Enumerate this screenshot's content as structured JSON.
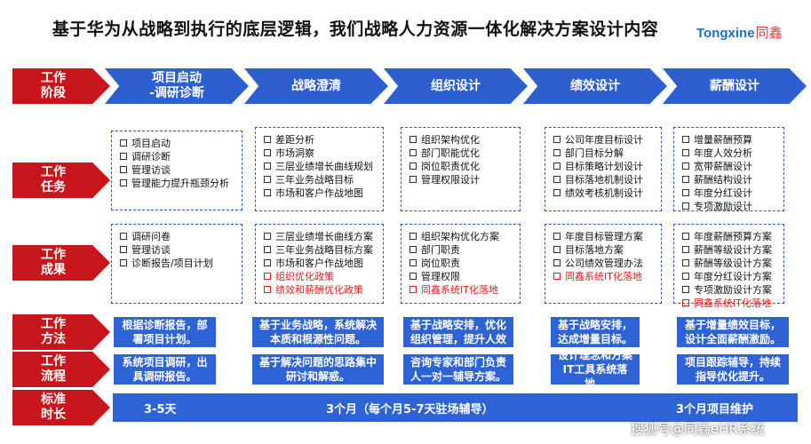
{
  "title": "基于华为从战略到执行的底层逻辑，我们战略人力资源一体化解决方案设计内容",
  "logo": {
    "text": "Tongxine",
    "cn": "同鑫"
  },
  "row_labels": [
    [
      "工作",
      "阶段"
    ],
    [
      "工作",
      "任务"
    ],
    [
      "工作",
      "成果"
    ],
    [
      "工作",
      "方法"
    ],
    [
      "工作",
      "流程"
    ],
    [
      "标准",
      "时长"
    ]
  ],
  "phases": [
    [
      "项目启动",
      "-调研诊断"
    ],
    [
      "战略澄清"
    ],
    [
      "组织设计"
    ],
    [
      "绩效设计"
    ],
    [
      "薪酬设计"
    ]
  ],
  "tasks": [
    [
      "项目启动",
      "调研诊断",
      "管理访谈",
      "管理能力提升瓶颈分析"
    ],
    [
      "差距分析",
      "市场洞察",
      "三层业绩增长曲线规划",
      "三年业务战略目标",
      "市场和客户作战地图"
    ],
    [
      "组织架构优化",
      "部门职能优化",
      "岗位职责优化",
      "管理权限设计"
    ],
    [
      "公司年度目标设计",
      "部门目标分解",
      "目标策略计划设计",
      "目标落地机制设计",
      "绩效考核机制设计"
    ],
    [
      "增量薪酬预算",
      "年度人效分析",
      "宽带薪酬设计",
      "薪酬结构设计",
      "年度分红设计",
      "专项激励设计"
    ]
  ],
  "results": [
    {
      "items": [
        "调研问卷",
        "管理访谈",
        "诊断报告/项目计划"
      ],
      "red": []
    },
    {
      "items": [
        "三层业绩增长曲线方案",
        "三年业务战略目标方案",
        "市场和客户作战地图",
        "组织优化政策",
        "绩效和薪酬优化政策"
      ],
      "red": [
        3,
        4
      ]
    },
    {
      "items": [
        "组织架构优化方案",
        "部门职责",
        "岗位职责",
        "管理权限",
        "同鑫系统IT化落地"
      ],
      "red": [
        4
      ]
    },
    {
      "items": [
        "年度目标管理方案",
        "目标落地方案",
        "公司绩效管理办法",
        "同鑫系统IT化落地"
      ],
      "red": [
        3
      ]
    },
    {
      "items": [
        "年度薪酬预算方案",
        "薪酬等级设计方案",
        "薪酬等级设计方案",
        "年度分红设计方案",
        "专项激励设计方案",
        "同鑫系统IT化落地"
      ],
      "red": [
        5
      ]
    }
  ],
  "methods": [
    "根据诊断报告，部署项目计划。",
    "基于业务战略，系统解决本质和根源性问题。",
    "基于战略安排，优化组织管理，提升人效",
    "基于战略安排，达成增量目标。",
    "基于增量绩效目标，设计全面薪酬激励。"
  ],
  "flows": [
    "系统项目调研，出具调研报告。",
    "基于解决问题的思路集中研讨和解惑。",
    "咨询专家和部门负责人一对一辅导方案。",
    "设计理念和方案IT工具系统落地。",
    "项目跟踪辅导，持续指导优化提升。"
  ],
  "duration": {
    "first": "3-5天",
    "middle": "3个月（每个月5-7天驻场辅导）",
    "last": "3个月项目维护"
  },
  "watermark": "搜狐号@同鑫eHR系统",
  "colors": {
    "red": "#c8161d",
    "blue": "#2e5fcf",
    "alert": "#e01e1e"
  }
}
